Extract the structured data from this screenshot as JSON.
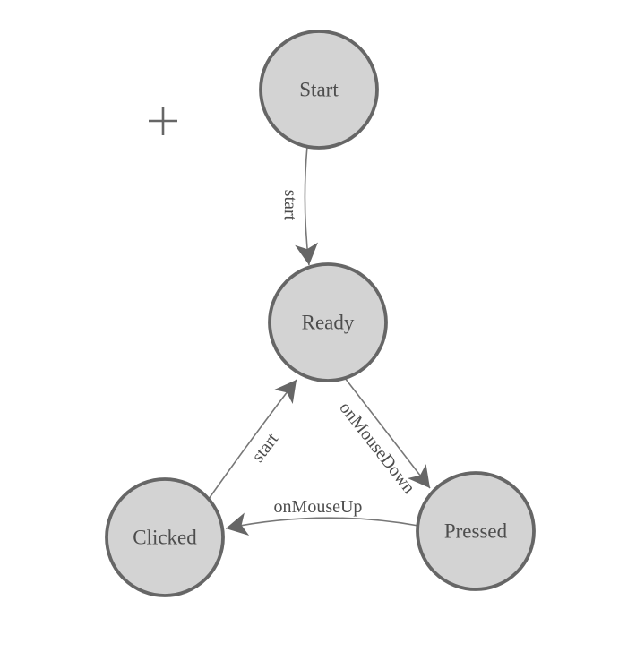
{
  "diagram": {
    "nodes": [
      {
        "id": "start",
        "label": "Start"
      },
      {
        "id": "ready",
        "label": "Ready"
      },
      {
        "id": "clicked",
        "label": "Clicked"
      },
      {
        "id": "pressed",
        "label": "Pressed"
      }
    ],
    "edges": [
      {
        "from": "Start",
        "to": "Ready",
        "label": "start"
      },
      {
        "from": "Clicked",
        "to": "Ready",
        "label": "start"
      },
      {
        "from": "Ready",
        "to": "Pressed",
        "label": "onMouseDown"
      },
      {
        "from": "Pressed",
        "to": "Clicked",
        "label": "onMouseUp"
      }
    ],
    "icons": [
      {
        "name": "plus-icon",
        "glyph": "+"
      }
    ],
    "colors": {
      "background": "#ffffff",
      "node_fill": "#d3d3d3",
      "node_stroke": "#666666",
      "edge_line": "#777777",
      "arrowhead": "#666666",
      "label_text": "#4d4d4d",
      "plus_mark": "#666666"
    }
  }
}
